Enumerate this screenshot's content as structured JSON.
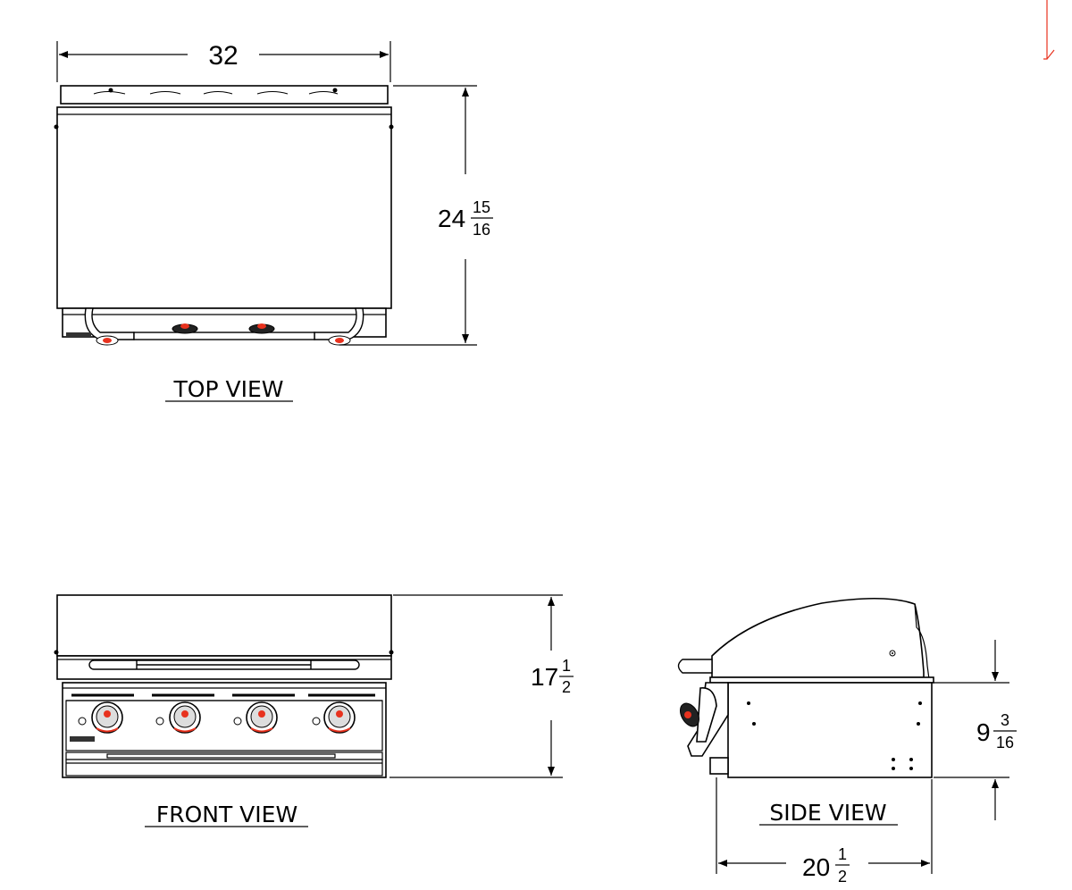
{
  "views": {
    "top": {
      "label": "TOP VIEW",
      "width_dim": "32",
      "depth_dim_whole": "24",
      "depth_dim_num": "15",
      "depth_dim_den": "16"
    },
    "front": {
      "label": "FRONT VIEW",
      "height_dim_whole": "17",
      "height_dim_num": "1",
      "height_dim_den": "2"
    },
    "side": {
      "label": "SIDE VIEW",
      "height_dim_whole": "9",
      "height_dim_num": "3",
      "height_dim_den": "16",
      "depth_dim_whole": "20",
      "depth_dim_num": "1",
      "depth_dim_den": "2"
    }
  },
  "colors": {
    "knob_accent": "#e8321e",
    "line": "#000000"
  }
}
